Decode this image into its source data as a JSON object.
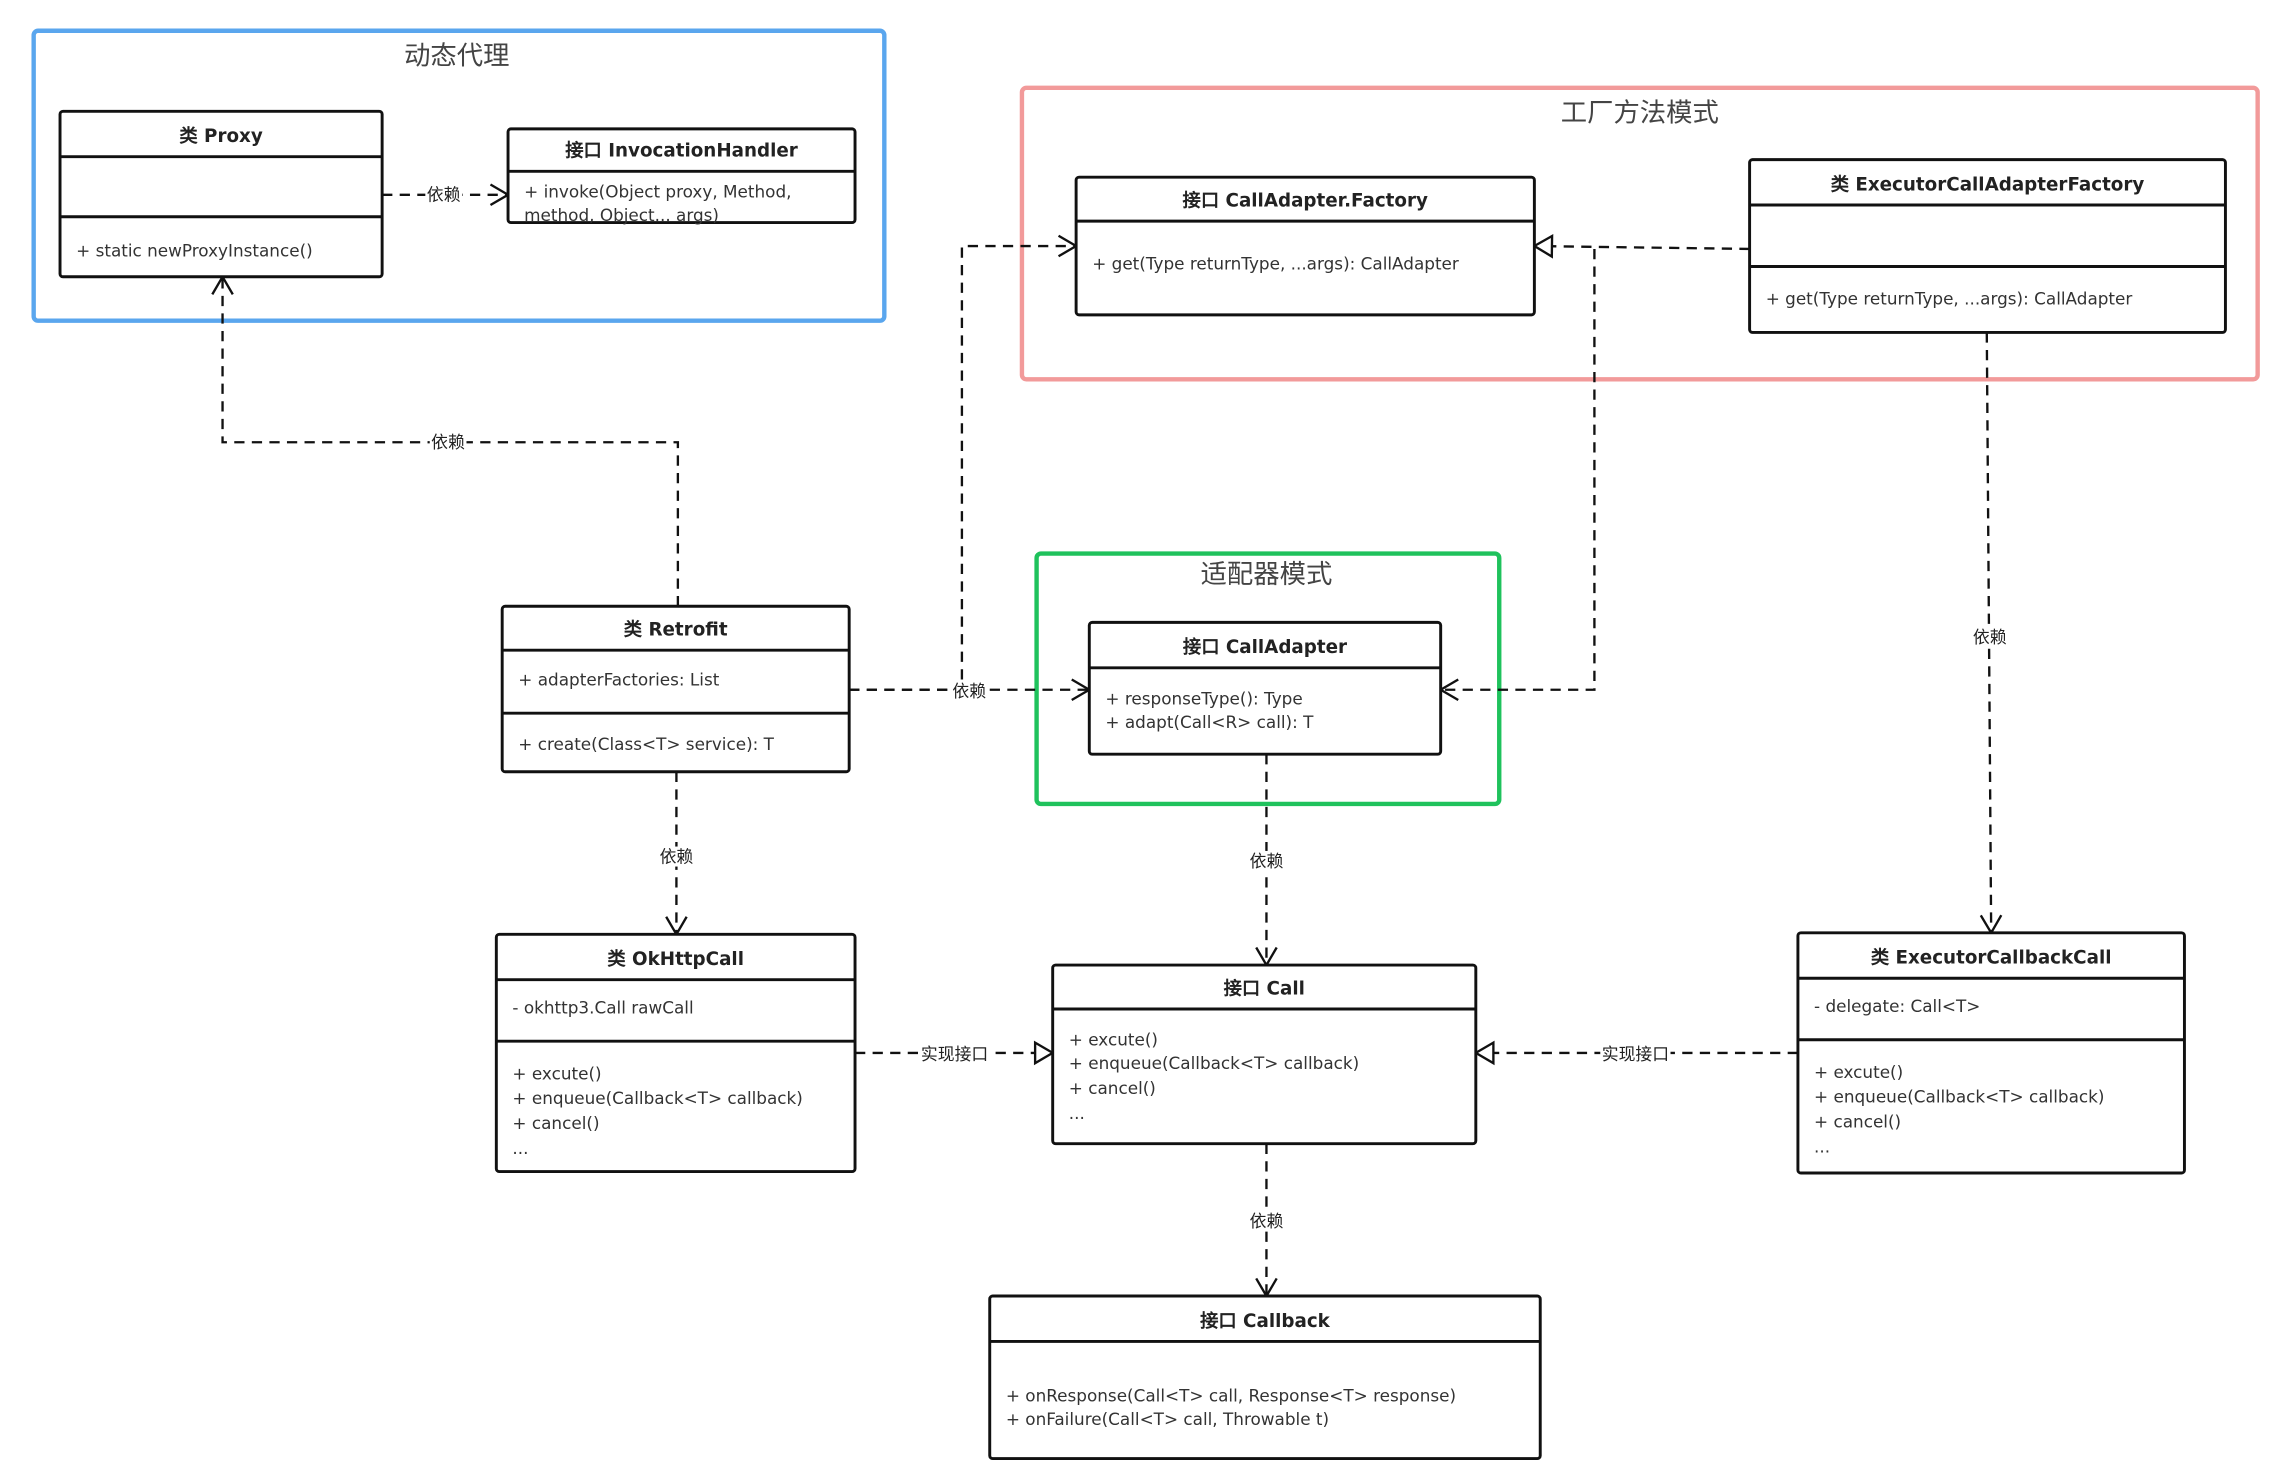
{
  "frames": [
    {
      "id": "proxy-frame",
      "title": "动态代理",
      "color": "#5aa6ee"
    },
    {
      "id": "factory-frame",
      "title": "工厂方法模式",
      "color": "#f29a9a"
    },
    {
      "id": "adapter-frame",
      "title": "适配器模式",
      "color": "#1fc25c"
    }
  ],
  "classes": [
    {
      "id": "proxy",
      "title": "类 Proxy",
      "attrs": [],
      "methods": [
        "+ static newProxyInstance()"
      ]
    },
    {
      "id": "invocation-handler",
      "title": "接口 InvocationHandler",
      "attrs": [],
      "methods": [
        "+ invoke(Object proxy, Method,",
        "method, Object... args)"
      ]
    },
    {
      "id": "call-adapter-factory",
      "title": "接口 CallAdapter.Factory",
      "attrs": [],
      "methods": [
        "+ get(Type returnType, ...args): CallAdapter"
      ]
    },
    {
      "id": "executor-call-adapter-factory",
      "title": "类 ExecutorCallAdapterFactory",
      "attrs": [],
      "methods": [
        "+ get(Type returnType, ...args): CallAdapter"
      ]
    },
    {
      "id": "call-adapter",
      "title": "接口 CallAdapter",
      "attrs": [],
      "methods": [
        "+ responseType(): Type",
        "+ adapt(Call<R> call): T"
      ]
    },
    {
      "id": "retrofit",
      "title": "类 Retrofit",
      "attrs": [
        "+ adapterFactories: List"
      ],
      "methods": [
        "+ create(Class<T> service): T"
      ]
    },
    {
      "id": "okhttp-call",
      "title": "类 OkHttpCall",
      "attrs": [
        "- okhttp3.Call rawCall"
      ],
      "methods": [
        "+ excute()",
        "+ enqueue(Callback<T> callback)",
        "+ cancel()",
        "..."
      ]
    },
    {
      "id": "call",
      "title": "接口 Call",
      "attrs": [],
      "methods": [
        "+ excute()",
        "+ enqueue(Callback<T> callback)",
        "+ cancel()",
        "..."
      ]
    },
    {
      "id": "executor-callback-call",
      "title": "类 ExecutorCallbackCall",
      "attrs": [
        "- delegate: Call<T>"
      ],
      "methods": [
        "+ excute()",
        "+ enqueue(Callback<T> callback)",
        "+ cancel()",
        "..."
      ]
    },
    {
      "id": "callback",
      "title": "接口 Callback",
      "attrs": [],
      "methods": [
        "+ onResponse(Call<T> call, Response<T> response)",
        "+ onFailure(Call<T> call, Throwable t)"
      ]
    }
  ],
  "edges": [
    {
      "id": "proxy-invocationhandler",
      "type": "dependency",
      "label": "依赖"
    },
    {
      "id": "retrofit-proxy",
      "type": "dependency",
      "label": "依赖"
    },
    {
      "id": "retrofit-calladapter",
      "type": "dependency",
      "label": "依赖"
    },
    {
      "id": "retrofit-factory",
      "type": "dependency",
      "label": ""
    },
    {
      "id": "executorfactory-factory",
      "type": "realization",
      "label": ""
    },
    {
      "id": "executorfactory-calladapter",
      "type": "dependency",
      "label": ""
    },
    {
      "id": "executorfactory-executorcallbackcall",
      "type": "dependency",
      "label": "依赖"
    },
    {
      "id": "retrofit-okhttpcall",
      "type": "dependency",
      "label": "依赖"
    },
    {
      "id": "calladapter-call",
      "type": "dependency",
      "label": "依赖"
    },
    {
      "id": "okhttpcall-call",
      "type": "realization",
      "label": "实现接口"
    },
    {
      "id": "executorcallbackcall-call",
      "type": "realization",
      "label": "实现接口"
    },
    {
      "id": "call-callback",
      "type": "dependency",
      "label": "依赖"
    }
  ]
}
